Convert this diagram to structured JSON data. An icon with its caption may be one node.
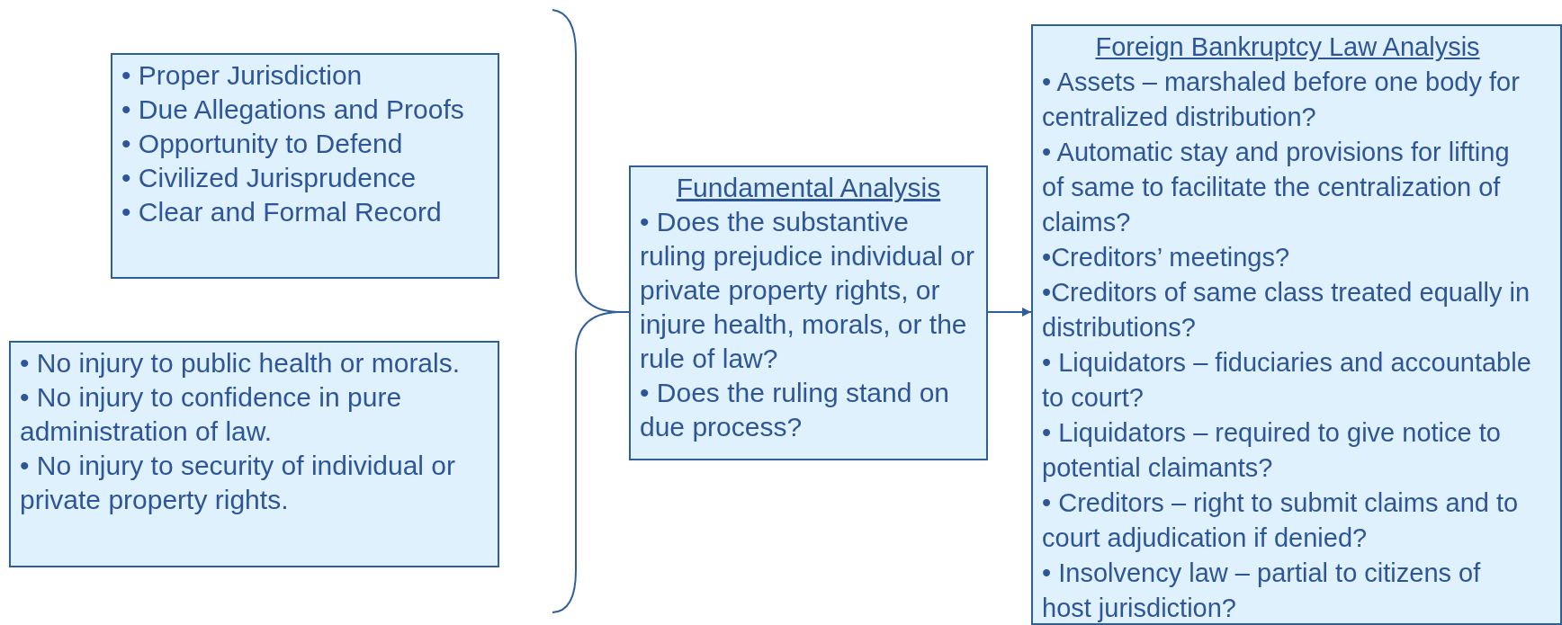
{
  "diagram": {
    "nodes": [
      {
        "text": [
          "• Proper Jurisdiction",
          "• Due Allegations and Proofs",
          "• Opportunity to Defend",
          "• Civilized Jurisprudence",
          "• Clear and Formal Record"
        ]
      },
      {
        "text": [
          "• No injury to public health or morals.",
          "• No injury to confidence in pure administration of law.",
          "• No injury to security of individual or private property rights."
        ]
      },
      {
        "text": [
          "Fundamental Analysis",
          "• Does the substantive ruling prejudice individual or private property rights, or injure health, morals, or the rule of law?",
          "• Does the ruling stand on due process?"
        ]
      },
      {
        "text": [
          "Foreign Bankruptcy Law Analysis",
          "• Assets – marshaled before one body for centralized distribution?",
          "• Automatic stay and provisions for lifting of same to facilitate the centralization of claims?",
          "•Creditors’ meetings?",
          "•Creditors of same class treated equally in distributions?",
          "• Liquidators – fiduciaries and accountable to court?",
          "• Liquidators – required to give notice to potential claimants?",
          "• Creditors – right to submit claims and to court adjudication if denied?",
          "• Insolvency law – partial to citizens of host jurisdiction?"
        ]
      }
    ],
    "edges": [
      {
        "from": 2,
        "to": 3,
        "arrow": "to"
      }
    ]
  }
}
